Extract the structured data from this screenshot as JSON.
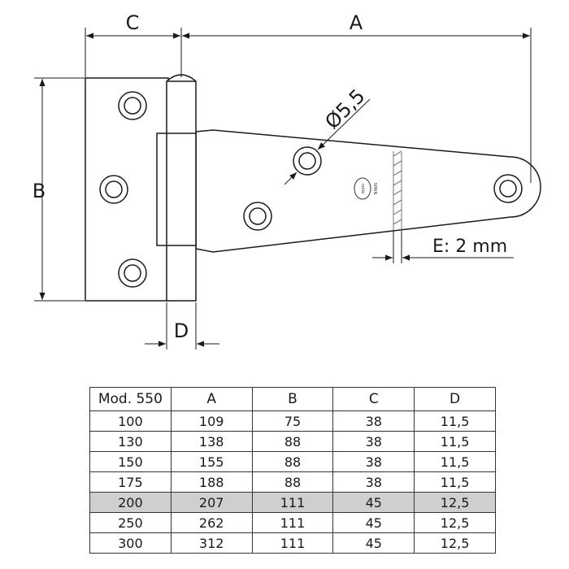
{
  "drawing": {
    "dim_a": "A",
    "dim_b": "B",
    "dim_c": "C",
    "dim_d": "D",
    "hole_diameter": "Ø5,5",
    "thickness_label": "E: 2 mm",
    "logo_text": "nulla",
    "logo_sub": "SPAIN"
  },
  "table": {
    "headers": [
      "Mod. 550",
      "A",
      "B",
      "C",
      "D"
    ],
    "highlight_row": 4,
    "highlight_color": "#cfcfcf",
    "rows": [
      [
        "100",
        "109",
        "75",
        "38",
        "11,5"
      ],
      [
        "130",
        "138",
        "88",
        "38",
        "11,5"
      ],
      [
        "150",
        "155",
        "88",
        "38",
        "11,5"
      ],
      [
        "175",
        "188",
        "88",
        "38",
        "11,5"
      ],
      [
        "200",
        "207",
        "111",
        "45",
        "12,5"
      ],
      [
        "250",
        "262",
        "111",
        "45",
        "12,5"
      ],
      [
        "300",
        "312",
        "111",
        "45",
        "12,5"
      ]
    ]
  }
}
